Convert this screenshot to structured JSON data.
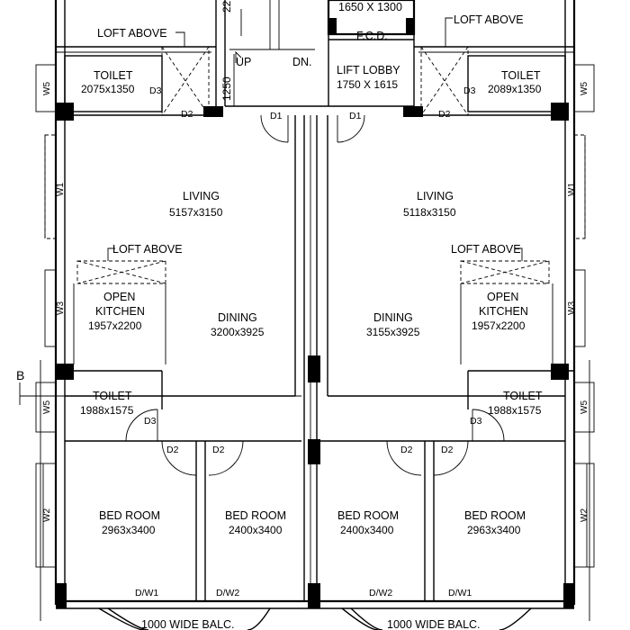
{
  "labels": {
    "lift_size": "1650 X 1300",
    "fcd": "F.C.D.",
    "loft_above": "LOFT ABOVE",
    "toilet": "TOILET",
    "toilet_tl_dim": "2075x1350",
    "toilet_tr_dim": "2089x1350",
    "toilet_bl_dim": "1988x1575",
    "toilet_br_dim": "1988x1575",
    "stair_up": "UP",
    "stair_dn": "DN.",
    "stair_dim_top": "22",
    "stair_dim": "1250",
    "lift_lobby": "LIFT LOBBY",
    "lift_lobby_dim": "1750 X 1615",
    "living": "LIVING",
    "living_l_dim": "5157x3150",
    "living_r_dim": "5118x3150",
    "open": "OPEN",
    "kitchen": "KITCHEN",
    "kitchen_l_dim": "1957x2200",
    "kitchen_r_dim": "1957x2200",
    "dining": "DINING",
    "dining_l_dim": "3200x3925",
    "dining_r_dim": "3155x3925",
    "bed_room": "BED ROOM",
    "bed1_dim": "2963x3400",
    "bed2_dim": "2400x3400",
    "bed3_dim": "2400x3400",
    "bed4_dim": "2963x3400",
    "balc": "1000 WIDE BALC.",
    "section_b": "B"
  },
  "tags": {
    "d1": "D1",
    "d2": "D2",
    "d3": "D3",
    "w1": "W1",
    "w2": "W2",
    "w3": "W3",
    "w5": "W5",
    "dw1": "D/W1",
    "dw2": "D/W2"
  }
}
